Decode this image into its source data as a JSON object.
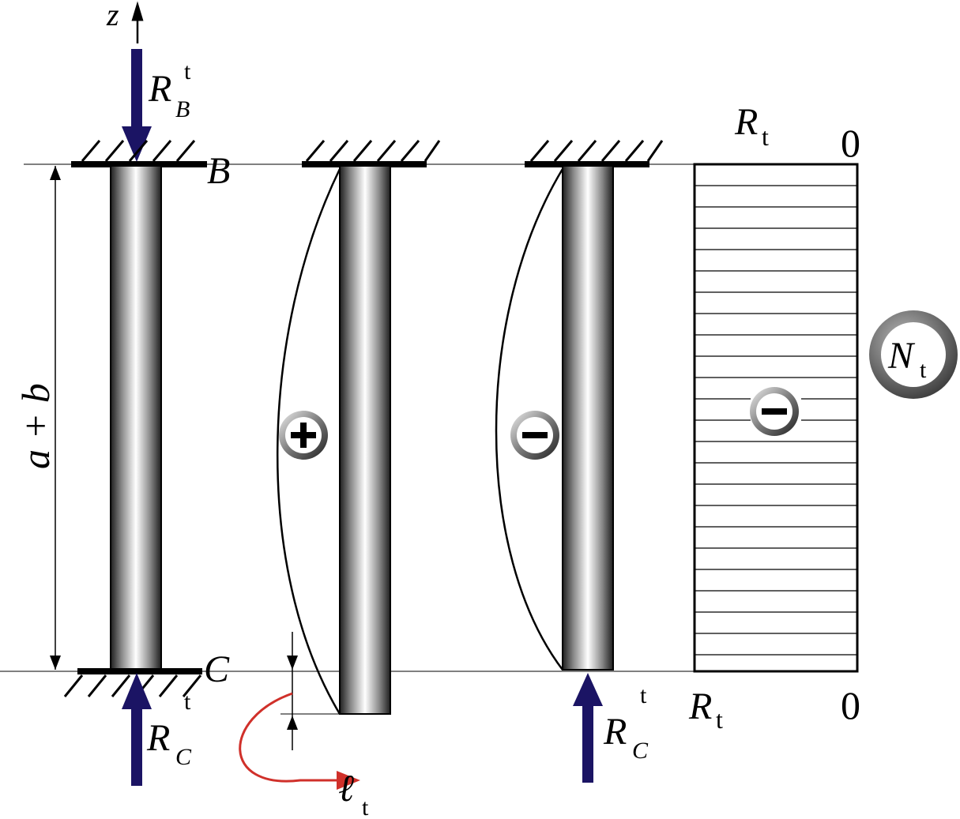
{
  "axis": {
    "label": "z"
  },
  "reactions": {
    "rb_main": "R",
    "rb_sub": "B",
    "rb_sup": "t",
    "rc_main": "R",
    "rc_sub": "C",
    "rc_sup": "t",
    "rc2_main": "R",
    "rc2_sub": "C",
    "rc2_sup": "t"
  },
  "points": {
    "b": "B",
    "c": "C"
  },
  "dimension": {
    "length": "a + b"
  },
  "elongation": {
    "main": "ℓ",
    "sub": "t"
  },
  "signs": {
    "plus": "+",
    "minus1": "−",
    "minus2": "−"
  },
  "force_diagram": {
    "top_left_main": "R",
    "top_left_sub": "t",
    "top_right": "0",
    "bot_left_main": "R",
    "bot_left_sub": "t",
    "bot_right": "0",
    "badge_main": "N",
    "badge_sub": "t"
  },
  "colors": {
    "force_arrow": "#1b1464",
    "elongation_curve": "#d0302a",
    "rod": "#9a9a9a"
  }
}
